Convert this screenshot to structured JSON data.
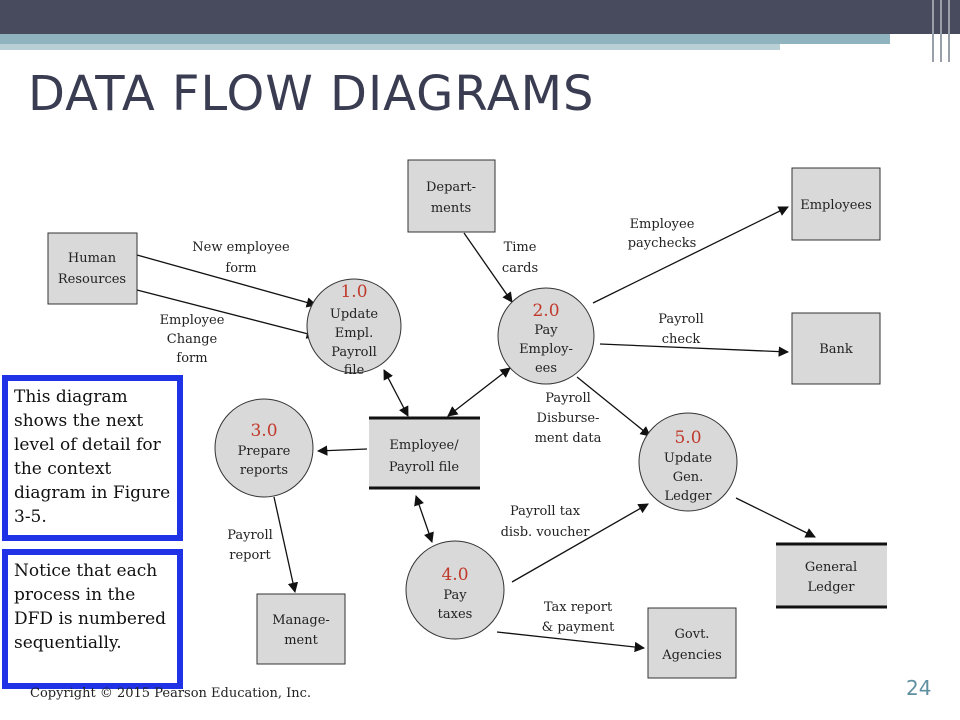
{
  "slide": {
    "title": "DATA FLOW DIAGRAMS",
    "page_number": "24",
    "copyright": "Copyright © 2015 Pearson Education, Inc.",
    "note1": "This diagram shows the next level of detail for the context diagram in Figure 3-5.",
    "note2": "Notice that each process in the DFD is numbered sequentially."
  },
  "entities": {
    "human_resources": [
      "Human",
      "Resources"
    ],
    "departments": [
      "Depart-",
      "ments"
    ],
    "employees": [
      "Employees"
    ],
    "bank": [
      "Bank"
    ],
    "management": [
      "Manage-",
      "ment"
    ],
    "govt_agencies": [
      "Govt.",
      "Agencies"
    ]
  },
  "processes": {
    "p1": {
      "number": "1.0",
      "lines": [
        "Update",
        "Empl.",
        "Payroll",
        "file"
      ]
    },
    "p2": {
      "number": "2.0",
      "lines": [
        "Pay",
        "Employ-",
        "ees"
      ]
    },
    "p3": {
      "number": "3.0",
      "lines": [
        "Prepare",
        "reports"
      ]
    },
    "p4": {
      "number": "4.0",
      "lines": [
        "Pay",
        "taxes"
      ]
    },
    "p5": {
      "number": "5.0",
      "lines": [
        "Update",
        "Gen.",
        "Ledger"
      ]
    }
  },
  "stores": {
    "employee_payroll": [
      "Employee/",
      "Payroll file"
    ],
    "general_ledger": [
      "General",
      "Ledger"
    ]
  },
  "flows": {
    "new_employee_form": [
      "New employee",
      "form"
    ],
    "employee_change_form": [
      "Employee",
      "Change",
      "form"
    ],
    "time_cards": [
      "Time",
      "cards"
    ],
    "employee_paychecks": [
      "Employee",
      "paychecks"
    ],
    "payroll_check": [
      "Payroll",
      "check"
    ],
    "payroll_disbursement": [
      "Payroll",
      "Disburse-",
      "ment data"
    ],
    "payroll_report": [
      "Payroll",
      "report"
    ],
    "payroll_tax_voucher": [
      "Payroll tax",
      "disb. voucher"
    ],
    "tax_report_payment": [
      "Tax report",
      "& payment"
    ]
  },
  "colors": {
    "box_fill": "#d9d9d9",
    "process_number": "#c0392b",
    "note_border": "#1f32e6",
    "title": "#3a3d52"
  }
}
